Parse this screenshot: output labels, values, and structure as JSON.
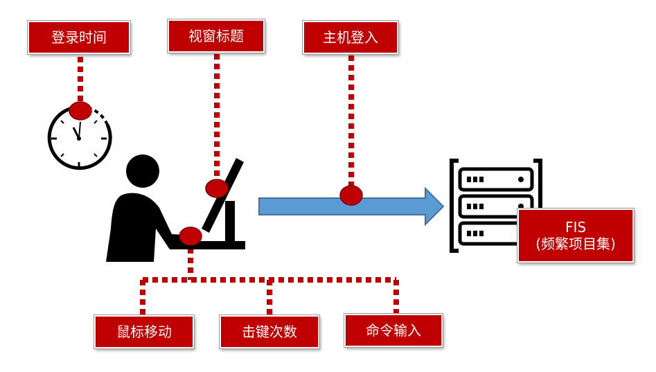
{
  "labels": {
    "login_time": "登录时间",
    "window_title": "视窗标题",
    "host_login": "主机登入",
    "mouse_move": "鼠标移动",
    "keystrokes": "击键次数",
    "command_input": "命令输入",
    "fis_title": "FIS",
    "fis_subtitle": "(频繁项目集)"
  },
  "icons": {
    "clock": "clock-icon",
    "person": "person-at-computer-icon",
    "server": "server-rack-icon",
    "arrow": "right-arrow-icon"
  },
  "colors": {
    "label_fill": "#c00000",
    "connector": "#c00000",
    "dot_fill": "#c00000",
    "arrow_fill": "#5b9bd5",
    "arrow_stroke": "#41719c",
    "icon_fill": "#000000"
  }
}
